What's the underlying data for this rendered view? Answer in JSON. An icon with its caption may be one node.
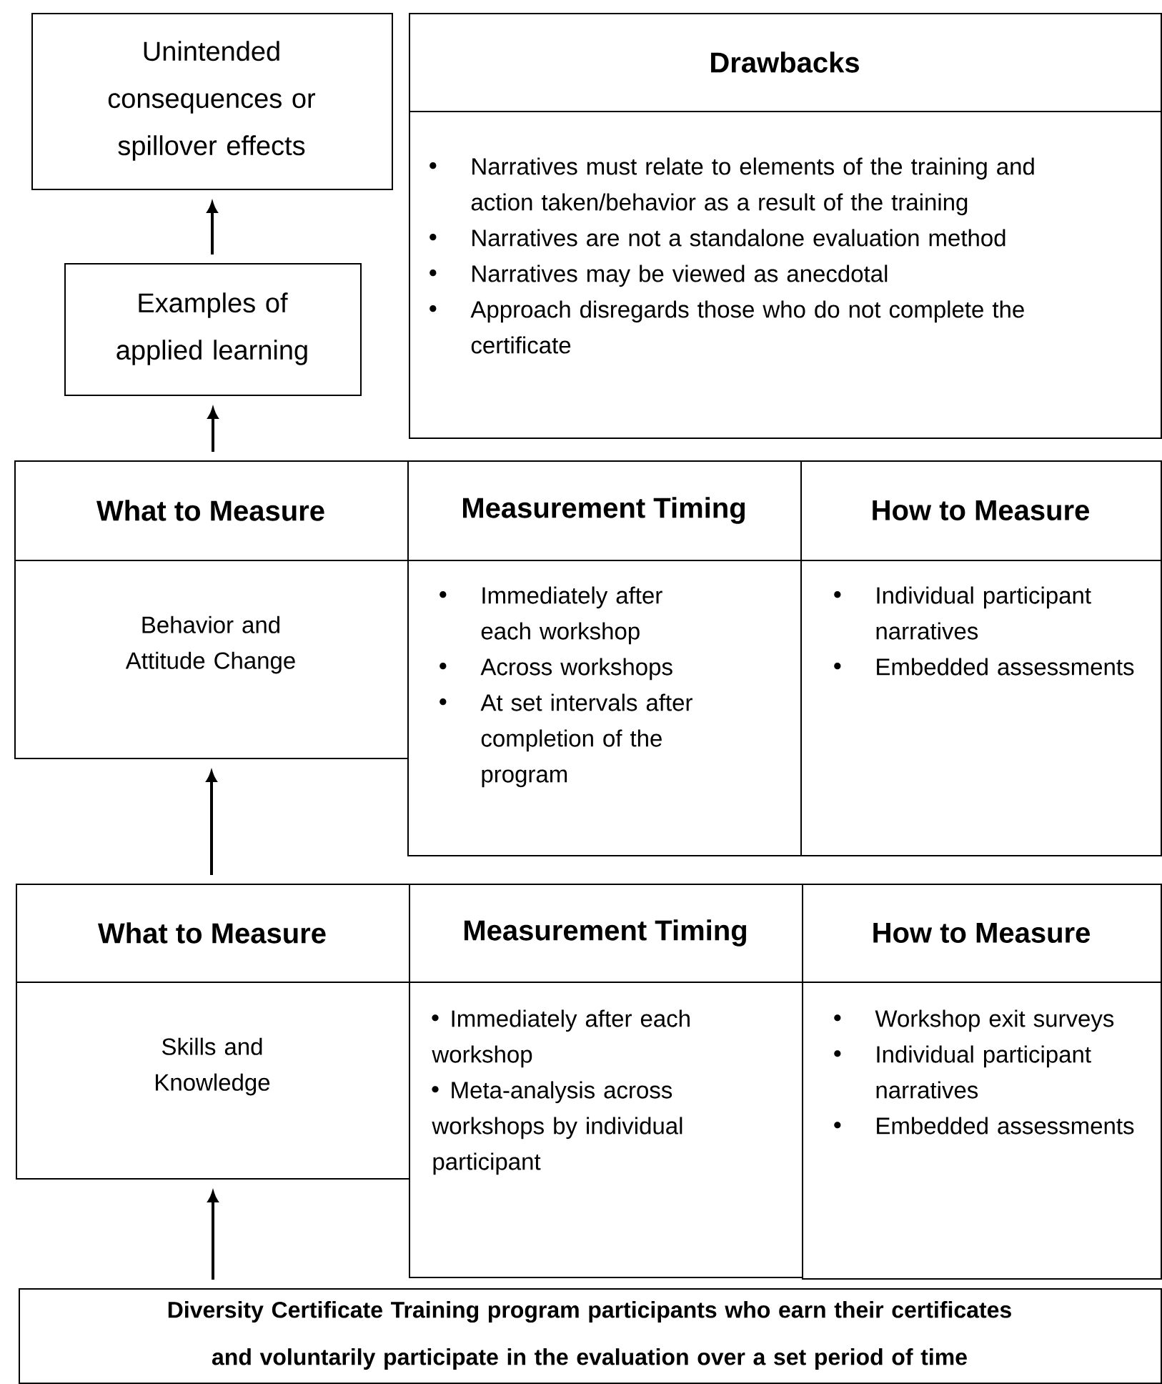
{
  "diagram": {
    "nodes": [
      {
        "text": [
          "Unintended consequences or spillover effects"
        ]
      },
      {
        "text": [
          "Drawbacks",
          "Narratives must relate to elements of the training and action taken/behavior as a result of the training",
          "Narratives are not a standalone evaluation method",
          "Narratives may be viewed as anecdotal",
          "Approach disregards those who do not complete the certificate"
        ]
      },
      {
        "text": [
          "Examples of applied learning"
        ]
      },
      {
        "text": [
          "What to Measure",
          "Behavior and Attitude Change"
        ]
      },
      {
        "text": [
          "Measurement Timing",
          "Immediately after each workshop",
          "Across workshops",
          "At set intervals after completion of the program"
        ]
      },
      {
        "text": [
          "How to Measure",
          "Individual participant narratives",
          "Embedded assessments"
        ]
      },
      {
        "text": [
          "What to Measure",
          "Skills and Knowledge"
        ]
      },
      {
        "text": [
          "Measurement Timing",
          "Immediately after each workshop",
          "Meta-analysis across workshops by individual participant"
        ]
      },
      {
        "text": [
          "How to Measure",
          "Workshop exit surveys",
          "Individual participant narratives",
          "Embedded assessments"
        ]
      },
      {
        "text": [
          "Diversity Certificate Training program participants who earn their certificates and voluntarily participate in the evaluation over a set period of time"
        ]
      }
    ],
    "edges": [
      {
        "from": 9,
        "to": 6,
        "arrow": "to"
      },
      {
        "from": 6,
        "to": 3,
        "arrow": "to"
      },
      {
        "from": 3,
        "to": 2,
        "arrow": "to"
      },
      {
        "from": 2,
        "to": 0,
        "arrow": "to"
      }
    ]
  }
}
